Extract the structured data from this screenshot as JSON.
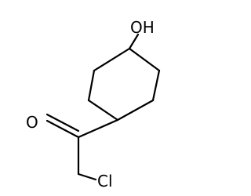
{
  "molecule": {
    "atoms": {
      "hydroxyl": "OH",
      "carbonyl_oxygen": "O",
      "chlorine": "Cl"
    }
  }
}
